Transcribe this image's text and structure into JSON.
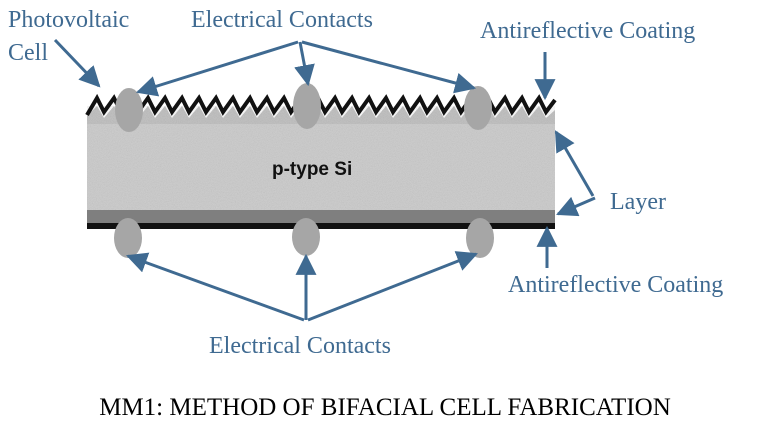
{
  "labels": {
    "photovoltaic_line1": "Photovoltaic",
    "photovoltaic_line2": "Cell",
    "electrical_contacts_top": "Electrical Contacts",
    "antireflective_top": "Antireflective Coating",
    "layer": "Layer",
    "antireflective_bottom": "Antireflective Coating",
    "electrical_contacts_bottom": "Electrical Contacts",
    "substrate": "p-type Si"
  },
  "caption": "MM1: METHOD OF BIFACIAL CELL FABRICATION",
  "colors": {
    "label_text": "#3f6a91",
    "arrow": "#3f6a91",
    "substrate_fill": "#d0d0d0",
    "contact_fill": "#a6a6a6",
    "layer_band": "#7f7f7f",
    "coating": "#111111"
  }
}
